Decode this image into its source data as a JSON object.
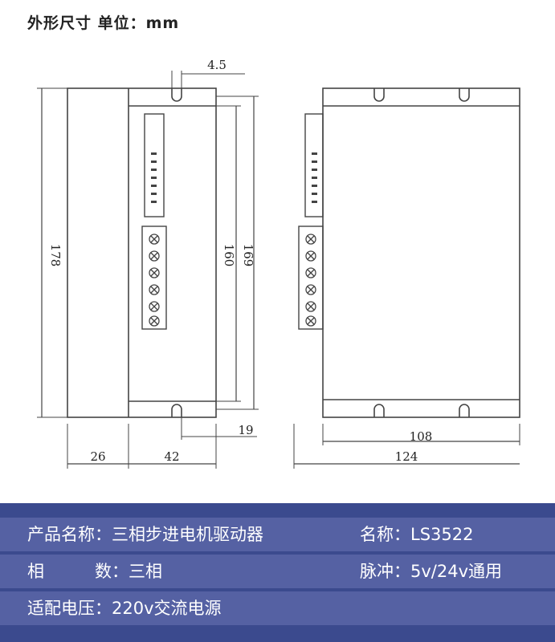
{
  "header": {
    "title": "外形尺寸 单位：mm"
  },
  "dimensions": {
    "slot_width": "4.5",
    "height_total": "178",
    "height_inner": "160",
    "height_mount": "169",
    "bottom_offset": "19",
    "side_width": "26",
    "front_width": "42",
    "back_inner_width": "108",
    "back_total_width": "124"
  },
  "specs": {
    "row1_left": "产品名称：三相步进电机驱动器",
    "row1_right": "名称：LS3522",
    "row2_left_label": "相",
    "row2_left_label2": "数：三相",
    "row2_right": "脉冲：5v/24v通用",
    "row3_left": "适配电压：220v交流电源"
  },
  "colors": {
    "band_bg": "#5561a3",
    "band_edge": "#3b4a8e",
    "line": "#444444"
  }
}
